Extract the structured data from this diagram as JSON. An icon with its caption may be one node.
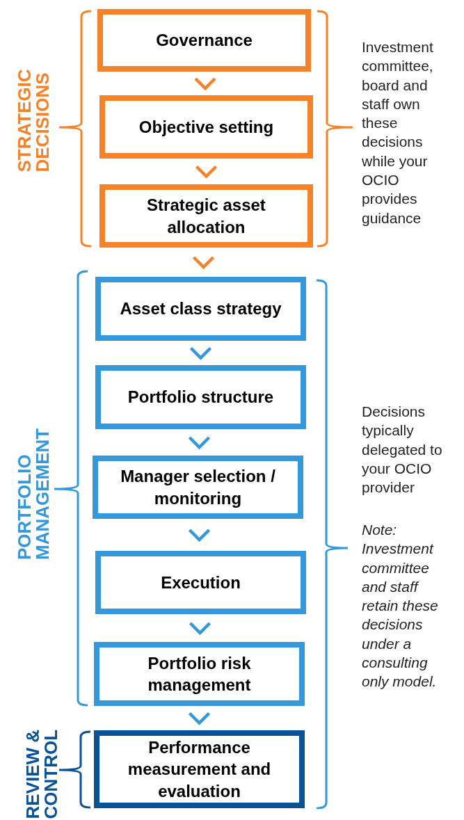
{
  "diagram": {
    "nodes": [
      {
        "text": [
          "Governance"
        ]
      },
      {
        "text": [
          "Objective setting"
        ]
      },
      {
        "text": [
          "Strategic asset allocation"
        ]
      },
      {
        "text": [
          "Asset class strategy"
        ]
      },
      {
        "text": [
          "Portfolio structure"
        ]
      },
      {
        "text": [
          "Manager selection / monitoring"
        ]
      },
      {
        "text": [
          "Execution"
        ]
      },
      {
        "text": [
          "Portfolio risk management"
        ]
      },
      {
        "text": [
          "Performance measurement and evaluation"
        ]
      }
    ],
    "edges": [
      {
        "from": 0,
        "to": 1,
        "arrow": "to",
        "color": "#f3822a"
      },
      {
        "from": 1,
        "to": 2,
        "arrow": "to",
        "color": "#f3822a"
      },
      {
        "from": 2,
        "to": 3,
        "arrow": "to",
        "color": "#f3822a"
      },
      {
        "from": 3,
        "to": 4,
        "arrow": "to"
      },
      {
        "from": 4,
        "to": 5,
        "arrow": "to"
      },
      {
        "from": 5,
        "to": 6,
        "arrow": "to"
      },
      {
        "from": 6,
        "to": 7,
        "arrow": "to"
      },
      {
        "from": 7,
        "to": 8,
        "arrow": "to"
      }
    ],
    "labels": [
      "STRATEGIC DECISIONS",
      "Investment committee, board and staff own these decisions while your OCIO provides guidance",
      "PORTFOLIO MANAGEMENT",
      "Decisions typically delegated to your OCIO provider",
      "Note: Investment committee and staff retain these decisions under a consulting only model.",
      "REVIEW & CONTROL"
    ]
  }
}
